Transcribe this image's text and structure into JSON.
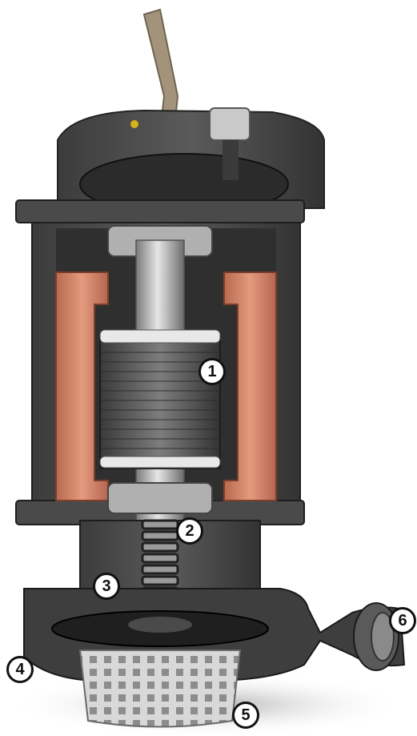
{
  "callouts": [
    {
      "id": "1",
      "label": "1"
    },
    {
      "id": "2",
      "label": "2"
    },
    {
      "id": "3",
      "label": "3"
    },
    {
      "id": "4",
      "label": "4"
    },
    {
      "id": "5",
      "label": "5"
    },
    {
      "id": "6",
      "label": "6"
    }
  ],
  "colors": {
    "housing": "#4a4a4a",
    "housing_dark": "#2e2e2e",
    "copper_winding": "#d9876a",
    "rotor": "#5e5e5e",
    "shaft": "#b9b9b9",
    "cable": "#a3937a",
    "strainer": "#cfcfcf"
  }
}
